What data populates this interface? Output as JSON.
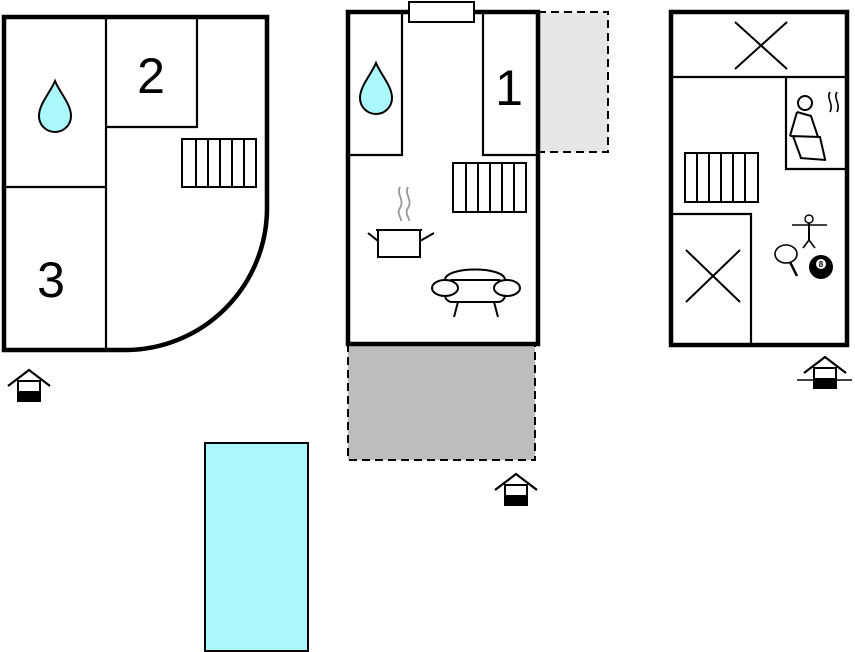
{
  "floor_plan": {
    "colors": {
      "water": "#aaf8fb",
      "pool": "#aaf8fb",
      "terrace_light": "#e6e6e6",
      "terrace_dark": "#bdbdbd",
      "walls": "#000000"
    },
    "buildings": [
      {
        "name": "left-house",
        "rooms": [
          {
            "label": "2",
            "kind": "bedroom"
          },
          {
            "label": "3",
            "kind": "bedroom"
          },
          {
            "label": "",
            "kind": "bathroom",
            "icon": "water-drop-icon"
          },
          {
            "label": "",
            "kind": "staircase",
            "icon": "stairs-icon"
          }
        ],
        "entrance": "entrance-icon"
      },
      {
        "name": "middle-house",
        "rooms": [
          {
            "label": "1",
            "kind": "bedroom"
          },
          {
            "label": "",
            "kind": "bathroom",
            "icon": "water-drop-icon"
          },
          {
            "label": "",
            "kind": "kitchen",
            "icon": "cooking-pot-icon"
          },
          {
            "label": "",
            "kind": "living-room",
            "icon": "sofa-icon"
          },
          {
            "label": "",
            "kind": "staircase",
            "icon": "stairs-icon"
          }
        ],
        "extras": [
          "terrace-light",
          "terrace-dark"
        ],
        "entrance": "entrance-icon"
      },
      {
        "name": "right-house",
        "rooms": [
          {
            "label": "",
            "kind": "void",
            "icon": "cross-icon"
          },
          {
            "label": "",
            "kind": "sauna",
            "icon": "sauna-icon"
          },
          {
            "label": "",
            "kind": "staircase",
            "icon": "stairs-icon"
          },
          {
            "label": "",
            "kind": "void",
            "icon": "cross-icon"
          },
          {
            "label": "",
            "kind": "games-room",
            "icon": "table-football-icon"
          }
        ],
        "entrance": "entrance-icon"
      }
    ],
    "pool": {
      "kind": "swimming-pool"
    }
  }
}
